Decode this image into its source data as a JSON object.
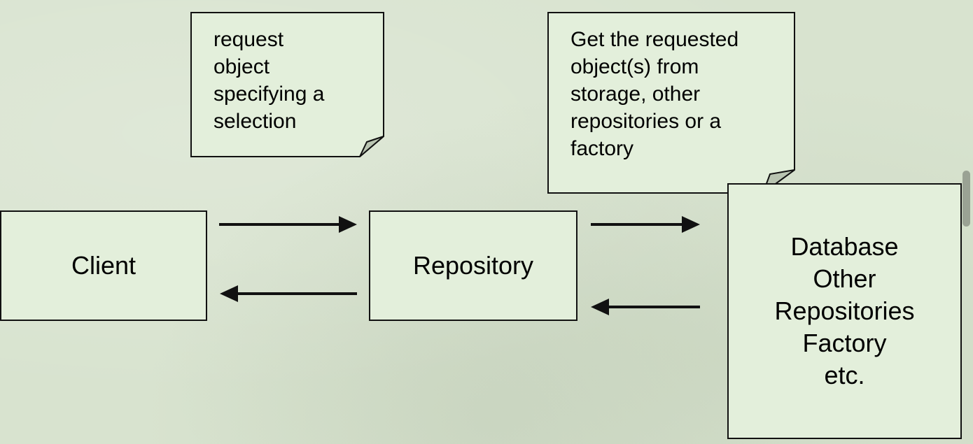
{
  "notes": {
    "request": {
      "lines": [
        "request",
        "object",
        "specifying a",
        "selection"
      ]
    },
    "storage": {
      "lines": [
        "Get the requested",
        "object(s) from",
        "storage, other",
        "repositories or a",
        "factory"
      ]
    }
  },
  "boxes": {
    "client": {
      "label": "Client"
    },
    "repository": {
      "label": "Repository"
    },
    "storage": {
      "lines": [
        "Database",
        "Other",
        "Repositories",
        "Factory",
        "etc."
      ]
    }
  },
  "colors": {
    "background": "#d8e3cf",
    "box_fill": "#e3efdb",
    "stroke": "#111111"
  }
}
